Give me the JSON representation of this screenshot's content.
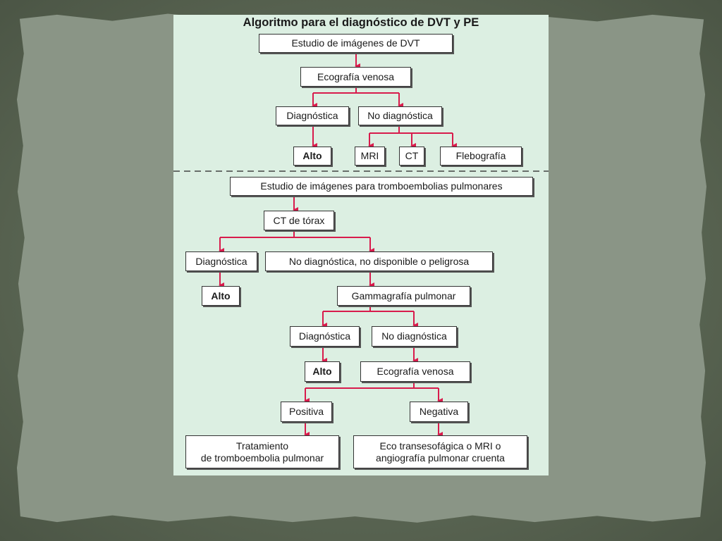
{
  "title": "Algoritmo para el diagnóstico de DVT y PE",
  "colors": {
    "connector": "#d81b4c",
    "slide_bg": "#dcefe2",
    "box_bg": "#ffffff"
  },
  "dvt": {
    "root": "Estudio de imágenes de DVT",
    "eco": "Ecografía venosa",
    "diag": "Diagnóstica",
    "nodiag": "No diagnóstica",
    "alto": "Alto",
    "mri": "MRI",
    "ct": "CT",
    "fleb": "Flebografía"
  },
  "pe": {
    "root": "Estudio de imágenes para tromboembolias pulmonares",
    "ct_torax": "CT de tórax",
    "diag1": "Diagnóstica",
    "nodiag1": "No diagnóstica, no disponible o peligrosa",
    "alto1": "Alto",
    "gamma": "Gammagrafía pulmonar",
    "diag2": "Diagnóstica",
    "nodiag2": "No diagnóstica",
    "alto2": "Alto",
    "eco2": "Ecografía venosa",
    "positiva": "Positiva",
    "negativa": "Negativa",
    "trat_line1": "Tratamiento",
    "trat_line2": "de tromboembolia pulmonar",
    "eco_trans_line1": "Eco transesofágica o MRI o",
    "eco_trans_line2": "angiografía pulmonar cruenta"
  }
}
